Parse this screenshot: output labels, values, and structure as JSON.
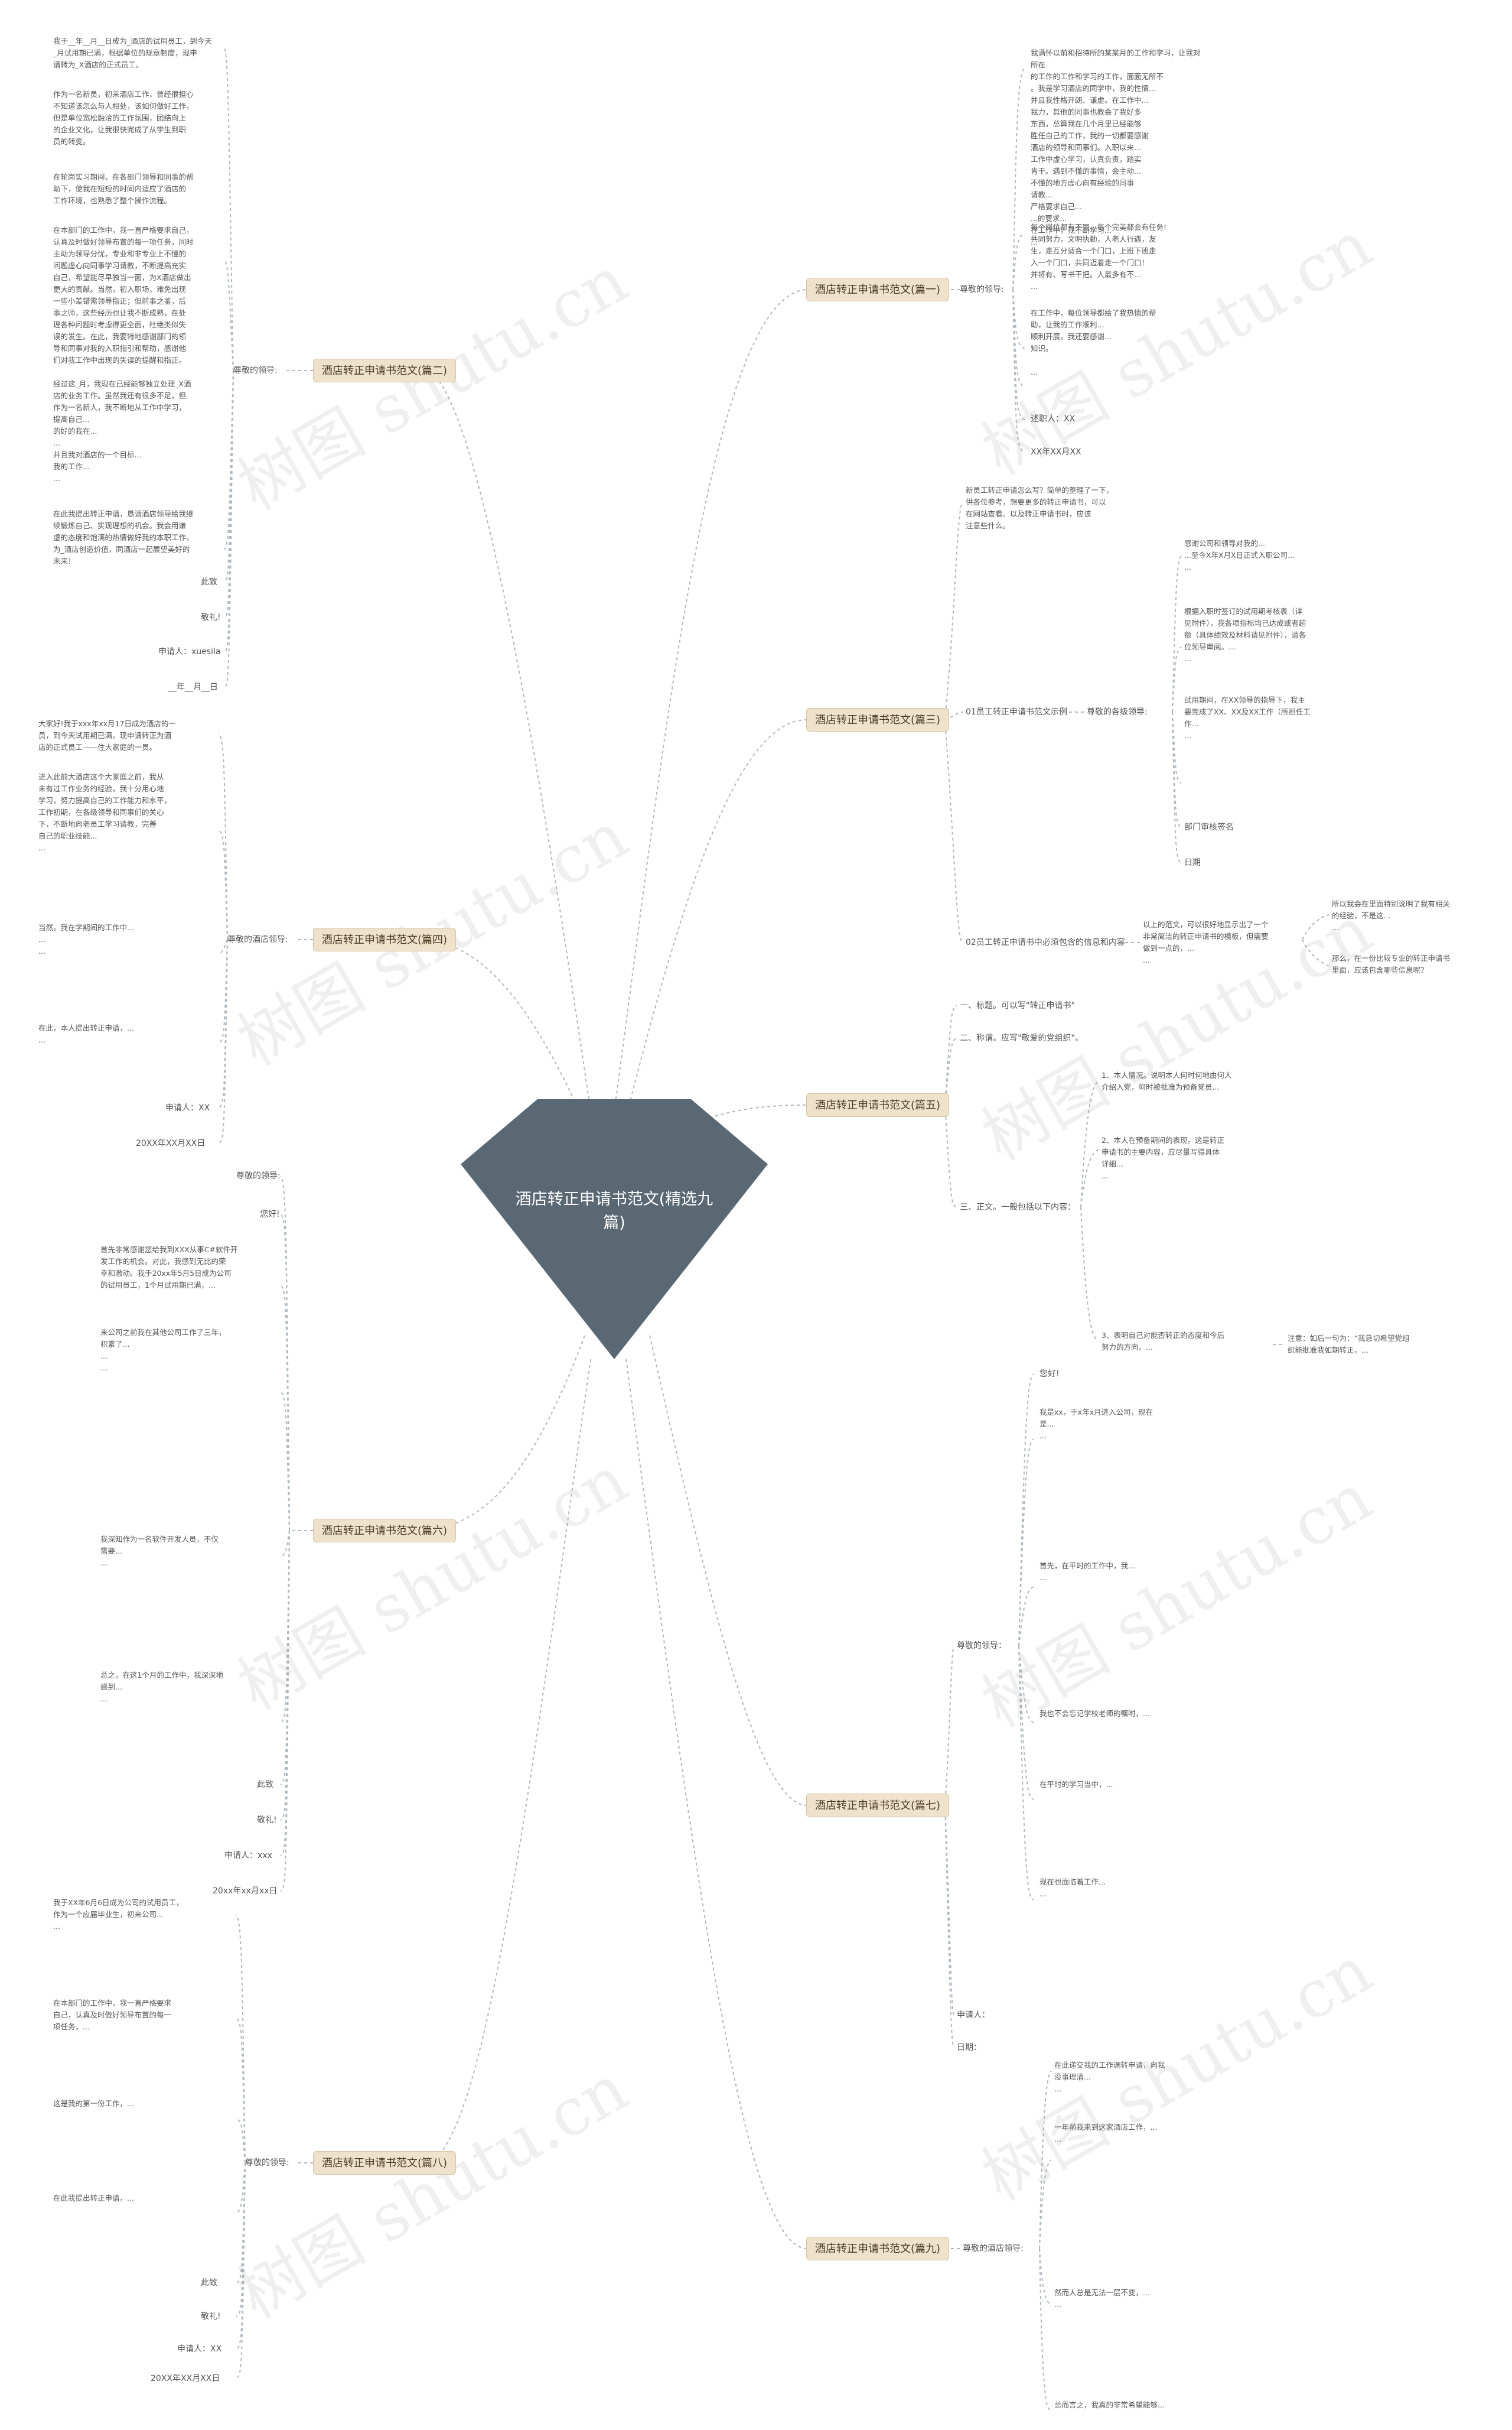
{
  "center": "酒店转正申请书范文(精选九篇)",
  "watermark": "树图 shutu.cn",
  "branches": {
    "b1": "酒店转正申请书范文(篇一)",
    "b2": "酒店转正申请书范文(篇二)",
    "b3": "酒店转正申请书范文(篇三)",
    "b4": "酒店转正申请书范文(篇四)",
    "b5": "酒店转正申请书范文(篇五)",
    "b6": "酒店转正申请书范文(篇六)",
    "b7": "酒店转正申请书范文(篇七)",
    "b8": "酒店转正申请书范文(篇八)",
    "b9": "酒店转正申请书范文(篇九)"
  },
  "b1": {
    "sub": "尊敬的领导:",
    "p1": "我满怀以前和招待所的某某月的工作和学习，让我对所在\n的工作的工作和学习的工作，面面无所不\n。我是学习酒店的同学中，我的性情...\n并且我性格开朗、谦虚。在工作中...\n我力，其他的同事也教会了我好多\n东西，总算我在几个月里已经能够\n胜任自己的工作，我的一切都要感谢\n酒店的领导和同事们。入职以来...\n工作中虚心学习，认真负责，踏实\n肯干。遇到不懂的事情，会主动...\n不懂的地方虚心向有经验的同事\n请教...\n严格要求自己...\n...的要求...\n在工作中，我不断学习...\n...",
    "p2": "每个岗位都有不同，每个完美都会有任务!\n共同努力，文明执勤，人老人行遇，友\n生，走互分适合一个门口，上班下班走\n入一个门口，共同迈着走一个门口！\n并将有、写书干把。人最多有不...\n...",
    "p3": "在工作中，每位领导都给了我热情的帮\n助，让我的工作顺利...\n顺利开展，我还要感谢...\n知识。",
    "p4": "...",
    "sig1": "述职人：XX",
    "sig2": "XX年XX月XX"
  },
  "b2": {
    "sub": "尊敬的领导:",
    "p1": "我于__年__月__日成为_酒店的试用员工，到今天\n_月试用期已满，根据单位的规章制度，现申\n请转为_X酒店的正式员工。",
    "p2": "作为一名新员，初来酒店工作，曾经很担心\n不知道该怎么与人相处，该如何做好工作，\n但是单位宽松融洽的工作氛围，团结向上\n的企业文化，让我很快完成了从学生到职\n员的转变。",
    "p3": "在轮岗实习期间，在各部门领导和同事的帮\n助下，使我在短短的时间内适应了酒店的\n工作环境，也熟悉了整个操作流程。",
    "p4": "在本部门的工作中，我一直严格要求自己，\n认真及时做好领导布置的每一项任务，同时\n主动为领导分忧，专业和非专业上不懂的\n问题虚心向同事学习请教，不断提高充实\n自己，希望能尽早独当一面，为X酒店做出\n更大的贡献。当然，初入职场，难免出现\n一些小差错需领导指正；但前事之鉴，后\n事之师，这些经历也让我不断成熟，在处\n理各种问题时考虑得更全面，杜绝类似失\n误的发生。在此，我要特地感谢部门的领\n导和同事对我的入职指引和帮助，感谢他\n们对我工作中出现的失误的提醒和指正。",
    "p5": "经过这_月，我现在已经能够独立处理_X酒\n店的业务工作。虽然我还有很多不足，但\n作为一名新人，我不断地从工作中学习，\n提高自己...\n的好的我在...\n...\n并且我对酒店的一个目标...\n我的工作...\n...",
    "p6": "在此我提出转正申请，恳请酒店领导给我继\n续锻炼自己、实现理想的机会。我会用谦\n虚的态度和饱满的热情做好我的本职工作，\n为_酒店创造价值，同酒店一起展望美好的\n未来！",
    "c1": "此致",
    "c2": "敬礼!",
    "c3": "申请人：xuesila",
    "c4": "__年__月__日"
  },
  "b3": {
    "intro": "新员工转正申请怎么写？简单的整理了一下，\n供各位参考，想要更多的转正申请书，可以\n在网站查看。以及转正申请书时，应该\n注意些什么。",
    "s1": "01员工转正申请书范文示例",
    "s1sub": "尊敬的各级领导:",
    "s1p1": "感谢公司和领导对我的...\n...至今X年X月X日正式入职公司...\n...",
    "s1p2": "根据入职时签订的试用期考核表（详\n见附件），我各项指标均已达成或者超\n额（具体绩效及材料请见附件），请各\n位领导审阅。...\n...",
    "s1p3": "试用期间，在XX领导的指导下，我主\n要完成了XX、XX及XX工作（所担任工\n作...\n...",
    "s1p4": "部门审核签名",
    "s1p5": "日期",
    "s2": "02员工转正申请书中必须包含的信息和内容",
    "s2p": "以上的范文，可以很好地显示出了一个\n非常简洁的转正申请书的模板，但需要\n做到一点的，...\n...",
    "s2q": "所以我会在里面特别说明了我有相关\n的经验，不是这...\n...",
    "s2q2": "那么，在一份比较专业的转正申请书\n里面，应该包含哪些信息呢？"
  },
  "b4": {
    "sub": "尊敬的酒店领导:",
    "p1": "大家好!我于xxx年xx月17日成为酒店的一\n员，到今天试用期已满，现申请转正为酒\n店的正式员工——住大家庭的一员。",
    "p2": "进入此前大酒店这个大家庭之前，我从\n未有过工作业务的经验，我十分用心地\n学习，努力提高自己的工作能力和水平，\n工作初期，在各级领导和同事们的关心\n下，不断地向老员工学习请教，完善\n自己的职业技能...\n...",
    "p3": "当然，我在学期间的工作中...\n...\n...",
    "p4": "在此，本人提出转正申请，...\n...",
    "sig1": "申请人：XX",
    "sig2": "20XX年XX月XX日"
  },
  "b5": {
    "l1": "一、标题。可以写\"转正申请书\"",
    "l2": "二、称谓。应写\"敬爱的党组织\"。",
    "l3": "三、正文。一般包括以下内容：",
    "p1": "1、本人情况。说明本人何时何地由何人\n介绍入党，何时被批准为预备党员...",
    "p2": "2、本人在预备期间的表现。这是转正\n申请书的主要内容，应尽量写得具体\n详细...\n...",
    "p3": "3、表明自己对能否转正的态度和今后\n努力的方向。...",
    "note": "注意：如后一句为：“我恳切希望党组\n织能批准我如期转正，..."
  },
  "b6": {
    "sub": "尊敬的领导:",
    "g": "您好!",
    "p1": "首先非常感谢您给我到XXX从事C#软件开\n发工作的机会。对此，我感到无比的荣\n幸和激动。我于20xx年5月5日成为公司\n的试用员工，1个月试用期已满，...",
    "p2": "来公司之前我在其他公司工作了三年，\n积累了...\n...\n...",
    "p3": "我深知作为一名软件开发人员，不仅\n需要...\n...",
    "p4": "总之，在这1个月的工作中，我深深地\n感到...\n...",
    "c1": "此致",
    "c2": "敬礼!",
    "c3": "申请人：xxx",
    "c4": "20xx年xx月xx日"
  },
  "b7": {
    "sub": "尊敬的领导：",
    "g": "您好!",
    "p1": "我是xx，于x年x月进入公司，现在\n是...\n...",
    "p2": "首先，在平时的工作中，我...\n...",
    "p3": "我也不会忘记学校老师的嘱咐，...",
    "p4": "在平时的学习当中，...",
    "p5": "现在也面临着工作...\n...",
    "c1": "申请人：",
    "c2": "日期："
  },
  "b8": {
    "sub": "尊敬的领导:",
    "p1": "我于XX年6月6日成为公司的试用员工，\n作为一个应届毕业生，初来公司...\n...",
    "p2": "在本部门的工作中，我一直严格要求\n自己，认真及时做好领导布置的每一\n项任务，...",
    "p3": "这是我的第一份工作，...",
    "p4": "在此我提出转正申请，...",
    "c1": "此致",
    "c2": "敬礼!",
    "c3": "申请人：XX",
    "c4": "20XX年XX月XX日"
  },
  "b9": {
    "sub": "尊敬的酒店领导:",
    "p1": "在此递交我的工作调转申请，向我\n没事理清...\n...",
    "p2": "一年前我来到这家酒店工作，...\n...",
    "p3": "然而人总是无法一层不变，...\n...",
    "p4": "总而言之，我真的非常希望能够..."
  }
}
